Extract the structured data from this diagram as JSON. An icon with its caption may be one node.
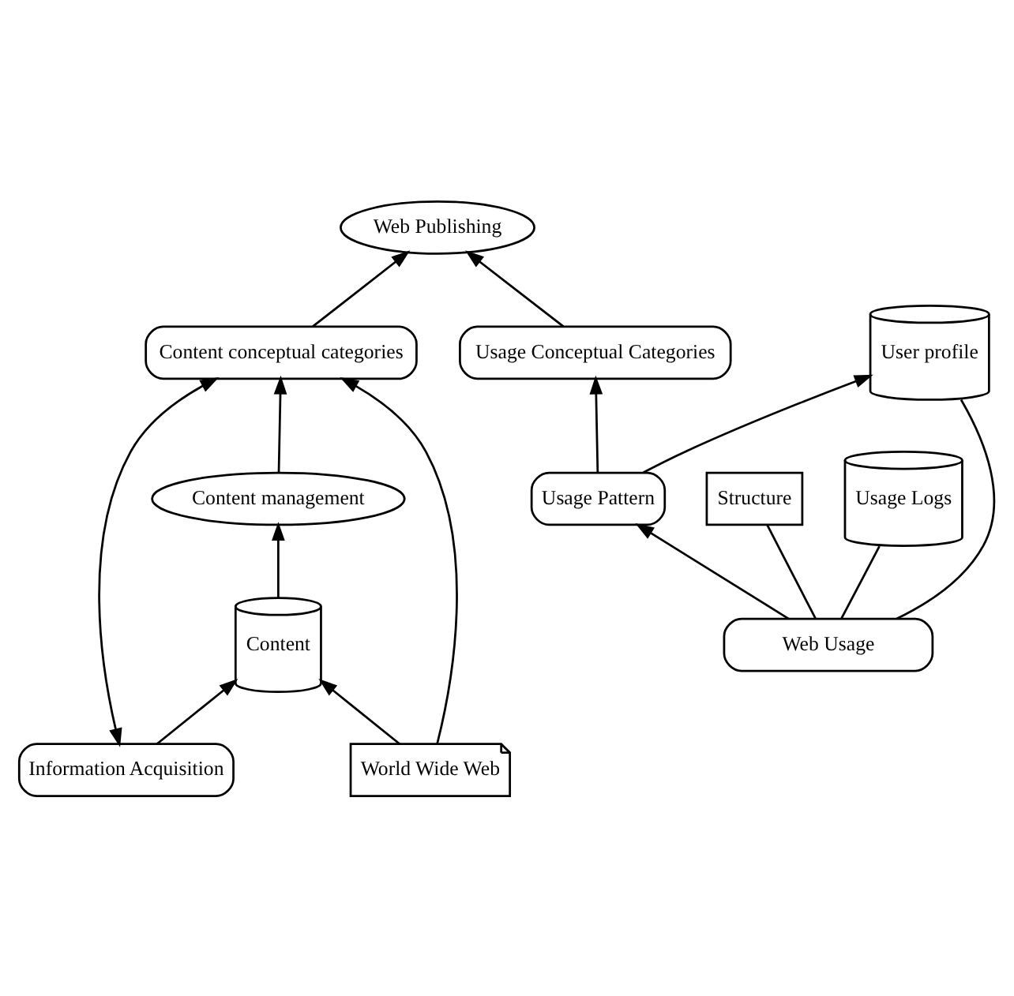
{
  "diagram": {
    "nodes": [
      {
        "text": [
          "Web Publishing"
        ]
      },
      {
        "text": [
          "Content conceptual categories"
        ]
      },
      {
        "text": [
          "Usage Conceptual Categories"
        ]
      },
      {
        "text": [
          "Information Acquisition"
        ]
      },
      {
        "text": [
          "Usage Pattern"
        ]
      },
      {
        "text": [
          "Web Usage"
        ]
      },
      {
        "text": [
          "Content management"
        ]
      },
      {
        "text": [
          "Content"
        ]
      },
      {
        "text": [
          "Structure"
        ]
      },
      {
        "text": [
          "Usage Logs"
        ]
      },
      {
        "text": [
          "User profile"
        ]
      },
      {
        "text": [
          "World Wide Web"
        ]
      }
    ],
    "edges": [
      {
        "from": 1,
        "to": 0,
        "arrow": "to"
      },
      {
        "from": 2,
        "to": 0,
        "arrow": "to"
      },
      {
        "from": 3,
        "to": 1,
        "arrow": "both"
      },
      {
        "from": 6,
        "to": 1,
        "arrow": "to"
      },
      {
        "from": 11,
        "to": 1,
        "arrow": "to"
      },
      {
        "from": 7,
        "to": 6,
        "arrow": "to"
      },
      {
        "from": 3,
        "to": 7,
        "arrow": "to"
      },
      {
        "from": 11,
        "to": 7,
        "arrow": "to"
      },
      {
        "from": 4,
        "to": 2,
        "arrow": "to"
      },
      {
        "from": 5,
        "to": 4,
        "arrow": "to"
      },
      {
        "from": 4,
        "to": 10,
        "arrow": "to"
      },
      {
        "from": 5,
        "to": 8,
        "arrow": "none"
      },
      {
        "from": 5,
        "to": 9,
        "arrow": "none"
      },
      {
        "from": 5,
        "to": 10,
        "arrow": "none"
      }
    ]
  }
}
